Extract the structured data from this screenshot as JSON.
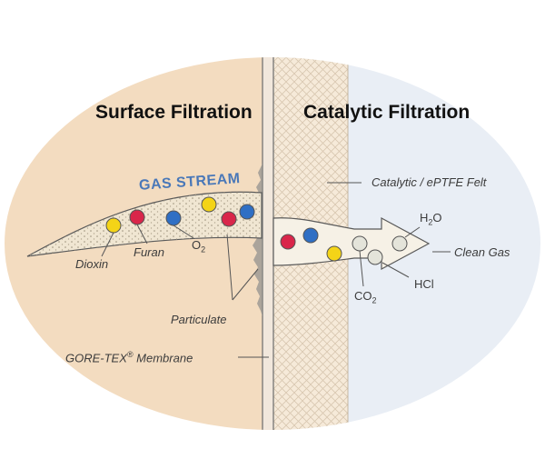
{
  "headings": {
    "left": "Surface Filtration",
    "right": "Catalytic Filtration"
  },
  "gas_stream_label": "GAS STREAM",
  "labels": {
    "dioxin": "Dioxin",
    "furan": "Furan",
    "o2": {
      "base": "O",
      "sub": "2"
    },
    "particulate": "Particulate",
    "membrane": {
      "text": "GORE-TEX",
      "sup": "®",
      "suffix": " Membrane"
    },
    "felt": "Catalytic / ePTFE Felt",
    "h2o": {
      "base": "H",
      "sub": "2",
      "tail": "O"
    },
    "clean_gas": "Clean Gas",
    "hcl": "HCl",
    "co2": {
      "base": "CO",
      "sub": "2"
    }
  },
  "colors": {
    "surface_bg": "#f3dcc0",
    "catalytic_bg": "#e8eef6",
    "felt_bg": "#f7e9d8",
    "felt_hatch": "#d9c9b4",
    "stream_fill": "#f2ead9",
    "stream_edge": "#5a5a5a",
    "dioxin": "#f4d417",
    "furan": "#d9264a",
    "o2": "#2f6fc4",
    "clean": "#e2e2d8",
    "gas_text": "#4a78b8"
  }
}
